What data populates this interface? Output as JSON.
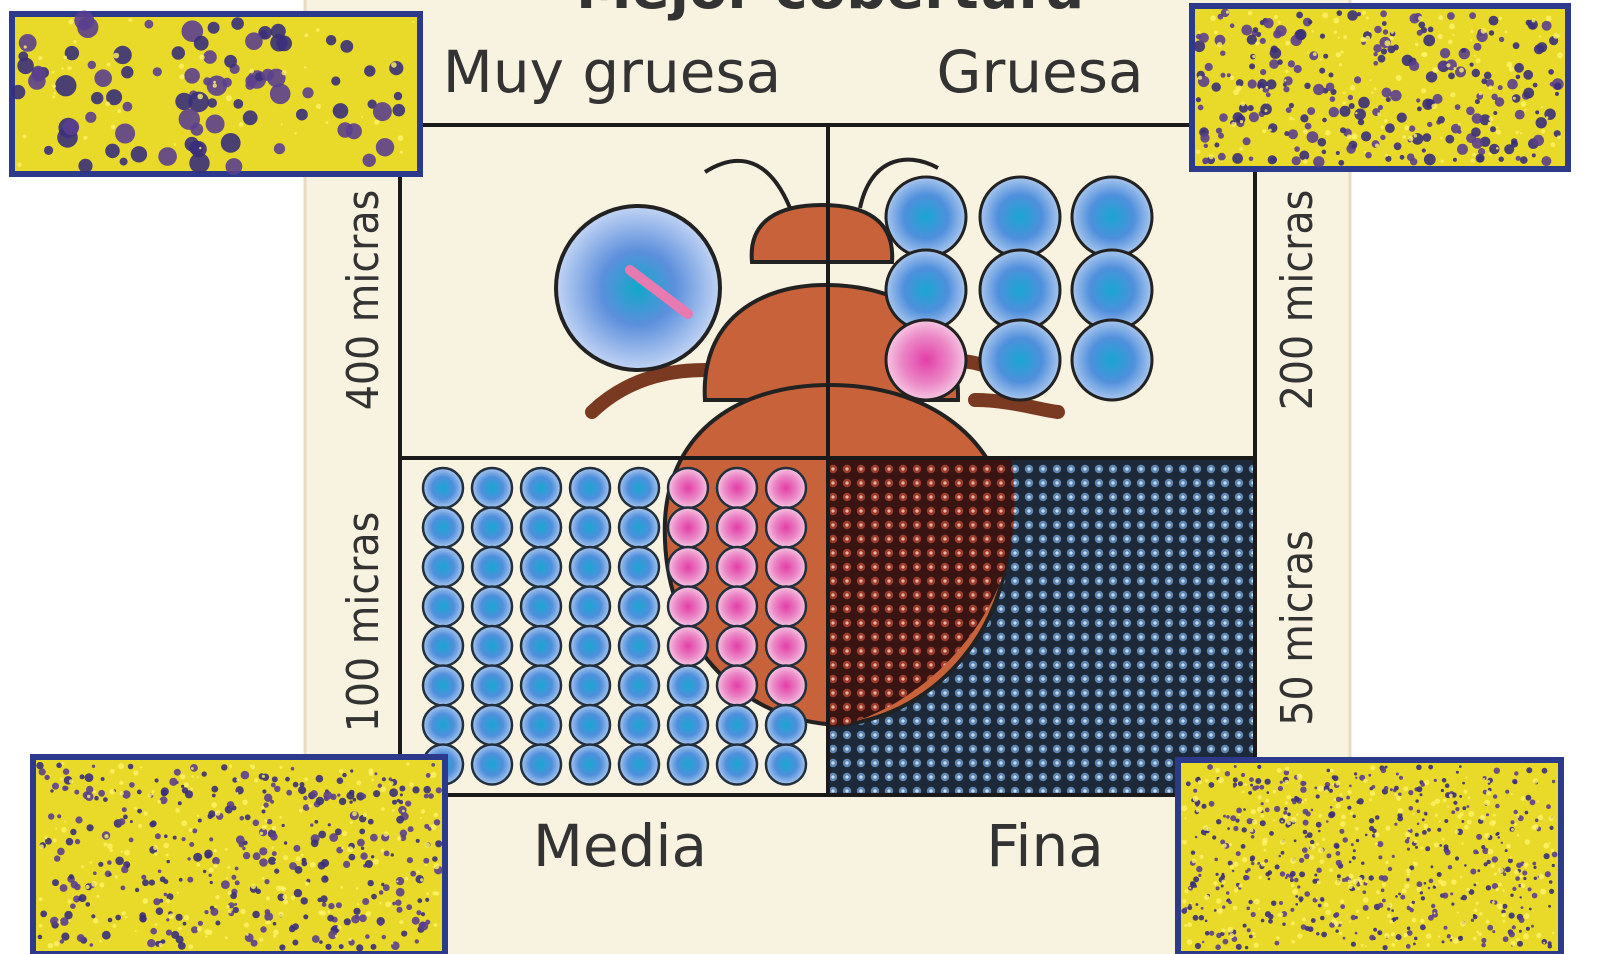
{
  "title_partial": "Mejor cobertura",
  "quadrants": [
    {
      "id": "tl",
      "label": "Muy gruesa",
      "size": "400 micras"
    },
    {
      "id": "tr",
      "label": "Gruesa",
      "size": "200 micras"
    },
    {
      "id": "bl",
      "label": "Media",
      "size": "100 micras"
    },
    {
      "id": "br",
      "label": "Fina",
      "size": "50 micras"
    }
  ],
  "colors": {
    "panel_bg": "#f8f2e1",
    "insect": "#c8623a",
    "drop_blue": "#3f8fd8",
    "drop_pink": "#e07ab8",
    "card_yellow": "#f0e13c",
    "card_border": "#2d3a8c"
  }
}
